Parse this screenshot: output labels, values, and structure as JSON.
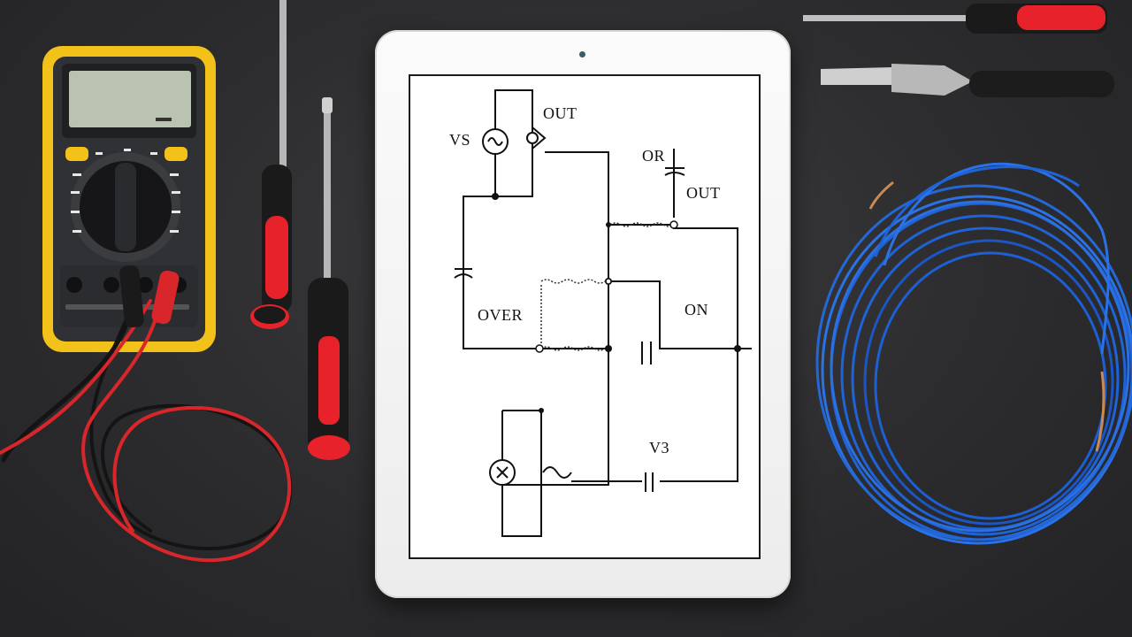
{
  "scene": {
    "background_color": "#2e2e30",
    "objects": [
      "multimeter",
      "screwdriver",
      "screwdriver",
      "tablet",
      "screwdriver",
      "pliers",
      "wire-coil"
    ]
  },
  "tablet": {
    "schematic_labels": {
      "vs": "VS",
      "out_top": "OUT",
      "or_right": "OR",
      "out_right": "OUT",
      "over": "OVER",
      "on": "ON",
      "v3": "V3"
    }
  },
  "multimeter": {
    "body_color": "#f2c21a",
    "probe_color": "#d9262a"
  },
  "wire": {
    "color": "#1f63d8",
    "copper_color": "#c98a55"
  },
  "tools": {
    "handle_color": "#e8222a",
    "grip_color": "#1a1a1a"
  }
}
